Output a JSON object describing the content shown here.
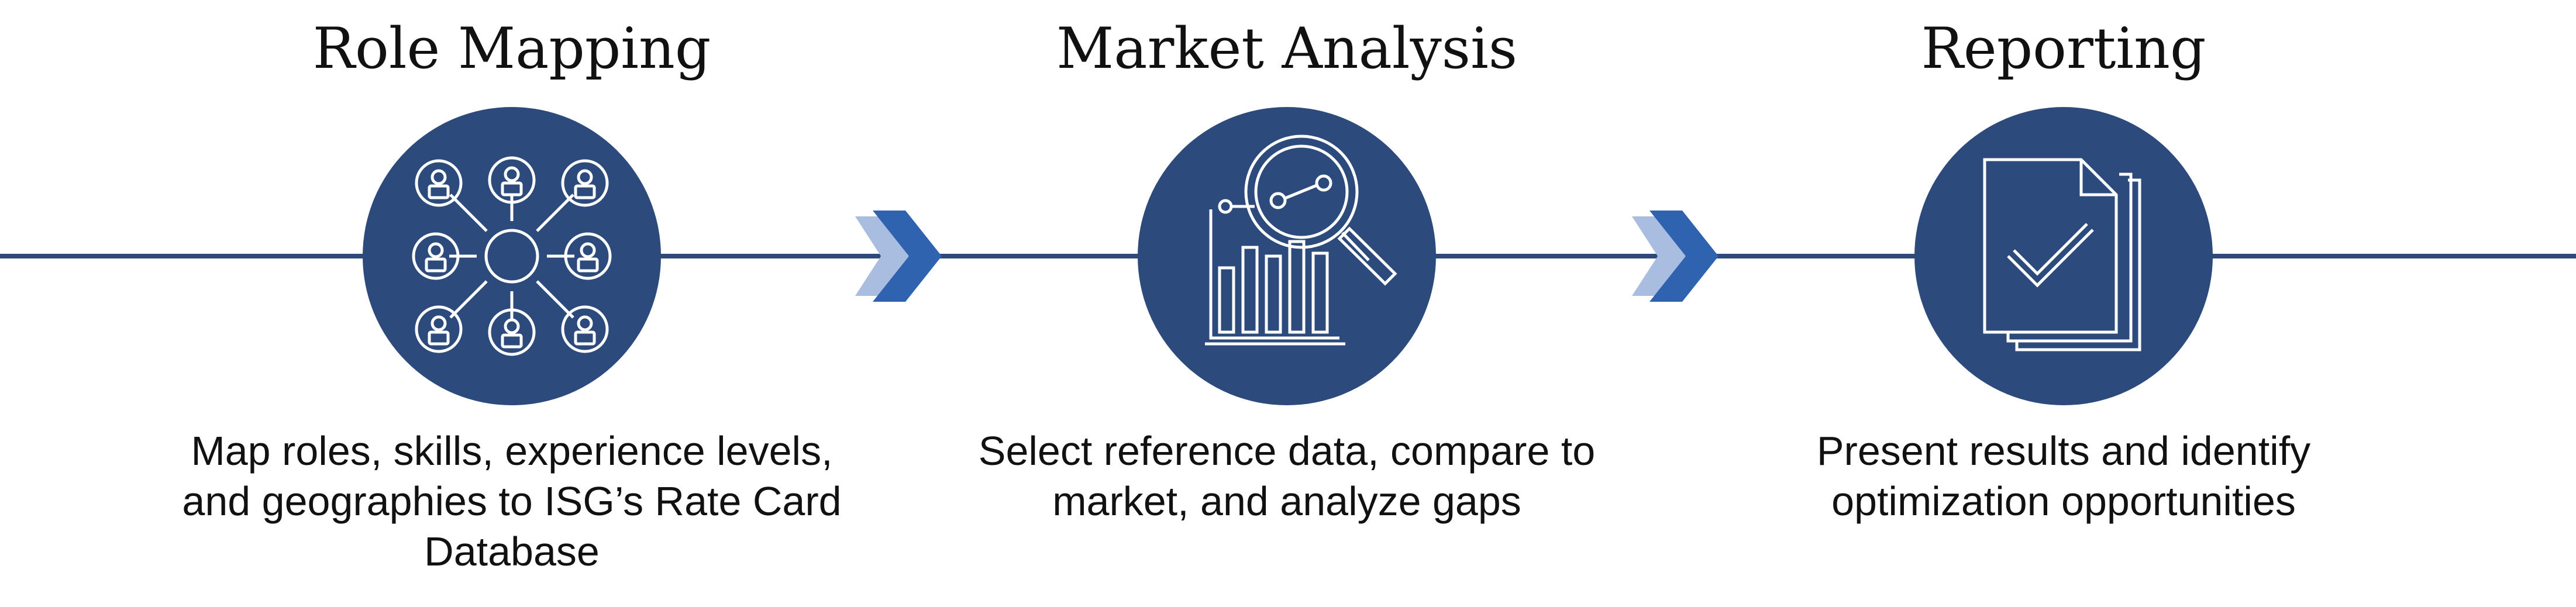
{
  "steps": [
    {
      "title": "Role Mapping",
      "description": "Map roles, skills, experience levels, and geographies to ISG’s Rate Card Database",
      "icon": "role-network-icon"
    },
    {
      "title": "Market Analysis",
      "description": "Select reference data, compare to market, and analyze gaps",
      "icon": "magnifier-chart-icon"
    },
    {
      "title": "Reporting",
      "description": "Present results and identify optimization opportunities",
      "icon": "report-checkmark-icon"
    }
  ],
  "colors": {
    "primary": "#2c4a7c",
    "chevron_dark": "#2f63b0",
    "chevron_light": "#a9bde0",
    "text": "#111111"
  }
}
